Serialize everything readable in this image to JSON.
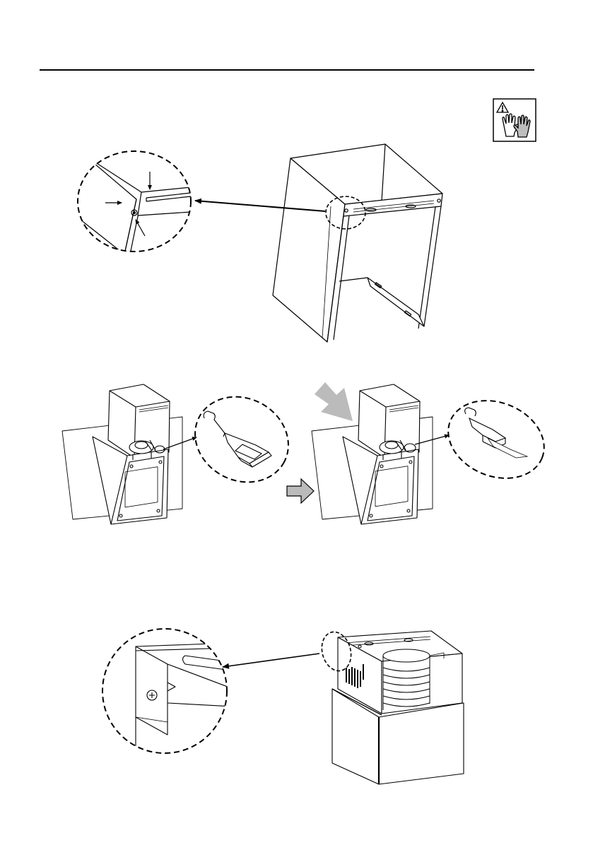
{
  "page": {
    "background": "#ffffff",
    "line_color": "#000000",
    "arrow_fill_gray": "#bbbbbb",
    "glove_left_fill": "#ffffff",
    "glove_right_fill": "#bdbdbd"
  },
  "icons": {
    "header_rule": "horizontal-rule",
    "safety": [
      "warning-triangle-icon",
      "protective-gloves-icon"
    ],
    "step_arrow": "gray-block-arrow-icon",
    "push_arrow": "large-gray-diagonal-arrow-icon"
  },
  "figures": [
    {
      "name": "figure-1",
      "depicts": "hood-chimney-frame-with-detail-callout"
    },
    {
      "name": "figure-2a",
      "depicts": "hood-with-locking-bracket-closed"
    },
    {
      "name": "figure-2b",
      "depicts": "hood-with-locking-bracket-open"
    },
    {
      "name": "figure-3",
      "depicts": "chimney-cover-with-screw-detail"
    }
  ]
}
